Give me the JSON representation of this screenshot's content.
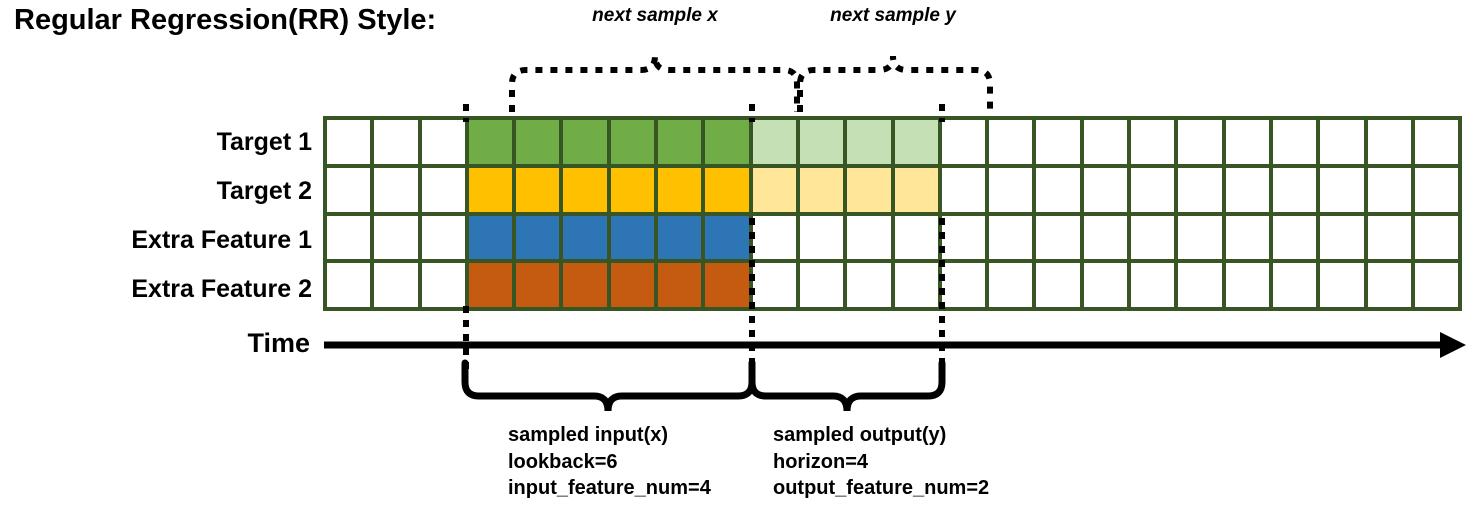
{
  "title": "Regular Regression(RR) Style:",
  "top_notes": {
    "next_sample_x": "next sample x",
    "next_sample_y": "next sample y"
  },
  "row_labels": [
    "Target 1",
    "Target 2",
    "Extra Feature 1",
    "Extra Feature 2"
  ],
  "axis": {
    "time_label": "Time"
  },
  "captions": {
    "input": {
      "line1": "sampled input(x)",
      "line2": "lookback=6",
      "line3": "input_feature_num=4"
    },
    "output": {
      "line1": "sampled output(y)",
      "line2": "horizon=4",
      "line3": "output_feature_num=2"
    }
  },
  "colors": {
    "border": "#375623",
    "empty": "#ffffff",
    "target1": "#70ad47",
    "target1_light": "#c5e0b4",
    "target2": "#ffc000",
    "target2_light": "#ffe699",
    "extra1": "#2e75b6",
    "extra2": "#c55a11",
    "line": "#000000"
  },
  "grid": {
    "columns": 24,
    "rows": 4,
    "lookback_start_col": 3,
    "lookback_len": 6,
    "horizon_start_col": 9,
    "horizon_len": 4,
    "cells": [
      [
        "#ffffff",
        "#ffffff",
        "#ffffff",
        "#70ad47",
        "#70ad47",
        "#70ad47",
        "#70ad47",
        "#70ad47",
        "#70ad47",
        "#c5e0b4",
        "#c5e0b4",
        "#c5e0b4",
        "#c5e0b4",
        "#ffffff",
        "#ffffff",
        "#ffffff",
        "#ffffff",
        "#ffffff",
        "#ffffff",
        "#ffffff",
        "#ffffff",
        "#ffffff",
        "#ffffff",
        "#ffffff"
      ],
      [
        "#ffffff",
        "#ffffff",
        "#ffffff",
        "#ffc000",
        "#ffc000",
        "#ffc000",
        "#ffc000",
        "#ffc000",
        "#ffc000",
        "#ffe699",
        "#ffe699",
        "#ffe699",
        "#ffe699",
        "#ffffff",
        "#ffffff",
        "#ffffff",
        "#ffffff",
        "#ffffff",
        "#ffffff",
        "#ffffff",
        "#ffffff",
        "#ffffff",
        "#ffffff",
        "#ffffff"
      ],
      [
        "#ffffff",
        "#ffffff",
        "#ffffff",
        "#2e75b6",
        "#2e75b6",
        "#2e75b6",
        "#2e75b6",
        "#2e75b6",
        "#2e75b6",
        "#ffffff",
        "#ffffff",
        "#ffffff",
        "#ffffff",
        "#ffffff",
        "#ffffff",
        "#ffffff",
        "#ffffff",
        "#ffffff",
        "#ffffff",
        "#ffffff",
        "#ffffff",
        "#ffffff",
        "#ffffff",
        "#ffffff"
      ],
      [
        "#ffffff",
        "#ffffff",
        "#ffffff",
        "#c55a11",
        "#c55a11",
        "#c55a11",
        "#c55a11",
        "#c55a11",
        "#c55a11",
        "#ffffff",
        "#ffffff",
        "#ffffff",
        "#ffffff",
        "#ffffff",
        "#ffffff",
        "#ffffff",
        "#ffffff",
        "#ffffff",
        "#ffffff",
        "#ffffff",
        "#ffffff",
        "#ffffff",
        "#ffffff",
        "#ffffff"
      ]
    ]
  }
}
